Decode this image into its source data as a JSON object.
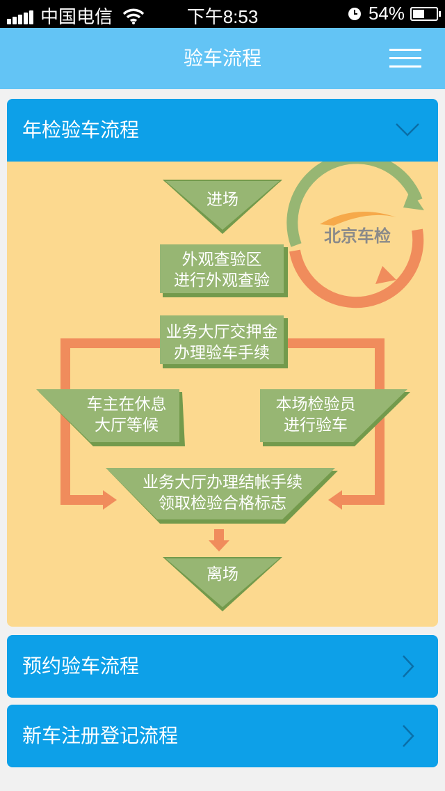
{
  "status_bar": {
    "carrier": "中国电信",
    "time": "下午8:53",
    "battery": "54%",
    "icons": [
      "signal-icon",
      "wifi-icon",
      "clock-icon",
      "battery-icon"
    ]
  },
  "nav": {
    "title": "验车流程",
    "menu_icon": "menu-icon"
  },
  "sections": [
    {
      "label": "年检验车流程",
      "state": "expanded"
    },
    {
      "label": "预约验车流程",
      "state": "collapsed"
    },
    {
      "label": "新车注册登记流程",
      "state": "collapsed"
    }
  ],
  "flowchart": {
    "logo_text": "北京车检",
    "steps": {
      "enter": "进场",
      "exterior_line1": "外观查验区",
      "exterior_line2": "进行外观查验",
      "hall_line1": "业务大厅交押金",
      "hall_line2": "办理验车手续",
      "owner_line1": "车主在休息",
      "owner_line2": "大厅等候",
      "inspector_line1": "本场检验员",
      "inspector_line2": "进行验车",
      "checkout_line1": "业务大厅办理结帐手续",
      "checkout_line2": "领取检验合格标志",
      "exit": "离场"
    }
  },
  "colors": {
    "status_bar": "#000000",
    "nav_bar": "#63c4f5",
    "section_header": "#0da0e8",
    "panel_bg": "#fcd98f",
    "flow_green": "#97b673",
    "flow_green_dark": "#739a4c",
    "arrow_orange": "#f08c5c"
  }
}
